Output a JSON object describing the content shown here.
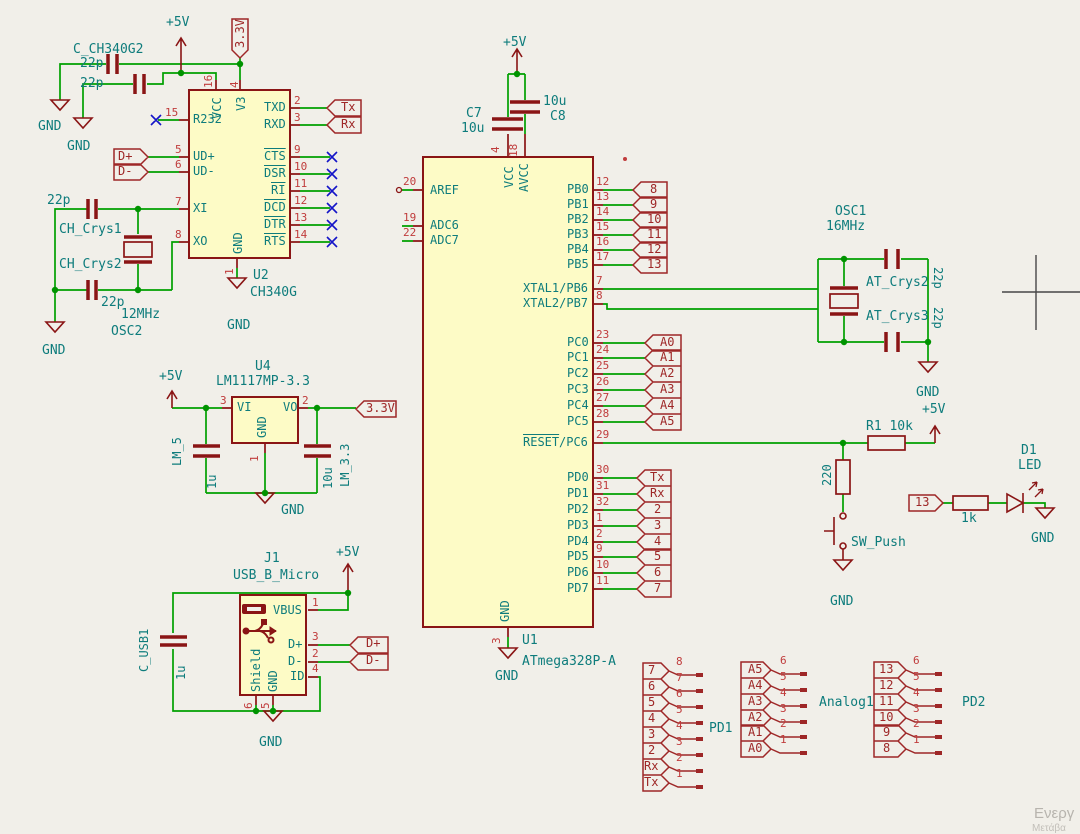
{
  "canvas": {
    "background": "#f1efe9",
    "wire_color": "#00a000",
    "symbol_color": "#8a1515",
    "pin_number_color": "#c03c3c",
    "label_color": "#0e7c7c",
    "body_fill": "#fdfbc6",
    "no_connect_color": "#1414c8"
  },
  "power": {
    "p5v": "+5V",
    "p33v": "3.3V",
    "gnd": "GND"
  },
  "u2": {
    "ref": "U2",
    "value": "CH340G",
    "cap_label": "C_CH340G2",
    "cap1": "22p",
    "cap2": "22p",
    "crys1": "CH_Crys1",
    "crys2": "CH_Crys2",
    "crys_cap1": "22p",
    "crys_cap2": "22p",
    "freq": "12MHz",
    "osc": "OSC2",
    "top": [
      {
        "num": "16",
        "name": "VCC"
      },
      {
        "num": "4",
        "name": "V3"
      }
    ],
    "left": [
      {
        "num": "15",
        "name": "R232"
      },
      {
        "num": "5",
        "name": "UD+"
      },
      {
        "num": "6",
        "name": "UD-"
      },
      {
        "num": "7",
        "name": "XI"
      },
      {
        "num": "8",
        "name": "XO"
      }
    ],
    "right": [
      {
        "num": "2",
        "name": "TXD",
        "flag": "Tx"
      },
      {
        "num": "3",
        "name": "RXD",
        "flag": "Rx"
      },
      {
        "num": "9",
        "name": "CTS"
      },
      {
        "num": "10",
        "name": "DSR"
      },
      {
        "num": "11",
        "name": "RI"
      },
      {
        "num": "12",
        "name": "DCD"
      },
      {
        "num": "13",
        "name": "DTR"
      },
      {
        "num": "14",
        "name": "RTS"
      }
    ],
    "gnd_pin": {
      "num": "1",
      "name": "GND"
    },
    "flag_dp": "D+",
    "flag_dm": "D-"
  },
  "u4": {
    "ref": "U4",
    "value": "LM1117MP-3.3",
    "vi": {
      "num": "3",
      "name": "VI"
    },
    "vo": {
      "num": "2",
      "name": "VO"
    },
    "gnd": {
      "num": "1",
      "name": "GND"
    },
    "cap_in": {
      "name": "LM_5",
      "value": "1u"
    },
    "cap_out": {
      "name": "LM_3.3",
      "value": "10u"
    }
  },
  "j1": {
    "ref": "J1",
    "value": "USB_B_Micro",
    "pins": [
      {
        "num": "1",
        "name": "VBUS"
      },
      {
        "num": "3",
        "name": "D+",
        "flag": "D+"
      },
      {
        "num": "2",
        "name": "D-",
        "flag": "D-"
      },
      {
        "num": "4",
        "name": "ID"
      },
      {
        "num": "6",
        "name": "Shield"
      },
      {
        "num": "5",
        "name": "GND"
      }
    ],
    "cap": {
      "name": "C_USB1",
      "value": "1u"
    }
  },
  "u1": {
    "ref": "U1",
    "value": "ATmega328P-A",
    "top": [
      {
        "num": "4",
        "name": "VCC"
      },
      {
        "num": "18",
        "name": "AVCC"
      }
    ],
    "c7": {
      "ref": "C7",
      "value": "10u"
    },
    "c8": {
      "ref": "C8",
      "value": "10u"
    },
    "left": [
      {
        "num": "20",
        "name": "AREF"
      },
      {
        "num": "19",
        "name": "ADC6"
      },
      {
        "num": "22",
        "name": "ADC7"
      }
    ],
    "pb": [
      {
        "num": "12",
        "name": "PB0",
        "flag": "8"
      },
      {
        "num": "13",
        "name": "PB1",
        "flag": "9"
      },
      {
        "num": "14",
        "name": "PB2",
        "flag": "10"
      },
      {
        "num": "15",
        "name": "PB3",
        "flag": "11"
      },
      {
        "num": "16",
        "name": "PB4",
        "flag": "12"
      },
      {
        "num": "17",
        "name": "PB5",
        "flag": "13"
      }
    ],
    "xtal": [
      {
        "num": "7",
        "name": "XTAL1/PB6"
      },
      {
        "num": "8",
        "name": "XTAL2/PB7"
      }
    ],
    "pc": [
      {
        "num": "23",
        "name": "PC0",
        "flag": "A0"
      },
      {
        "num": "24",
        "name": "PC1",
        "flag": "A1"
      },
      {
        "num": "25",
        "name": "PC2",
        "flag": "A2"
      },
      {
        "num": "26",
        "name": "PC3",
        "flag": "A3"
      },
      {
        "num": "27",
        "name": "PC4",
        "flag": "A4"
      },
      {
        "num": "28",
        "name": "PC5",
        "flag": "A5"
      }
    ],
    "reset": {
      "num": "29",
      "bar": "RESET",
      "rest": "/PC6"
    },
    "pd": [
      {
        "num": "30",
        "name": "PD0",
        "flag": "Tx"
      },
      {
        "num": "31",
        "name": "PD1",
        "flag": "Rx"
      },
      {
        "num": "32",
        "name": "PD2",
        "flag": "2"
      },
      {
        "num": "1",
        "name": "PD3",
        "flag": "3"
      },
      {
        "num": "2",
        "name": "PD4",
        "flag": "4"
      },
      {
        "num": "9",
        "name": "PD5",
        "flag": "5"
      },
      {
        "num": "10",
        "name": "PD6",
        "flag": "6"
      },
      {
        "num": "11",
        "name": "PD7",
        "flag": "7"
      }
    ],
    "gnd_pin": {
      "num": "3",
      "name": "GND"
    }
  },
  "osc1": {
    "ref": "OSC1",
    "freq": "16MHz",
    "cap1": {
      "name": "AT_Crys2",
      "value": "22p"
    },
    "cap2": {
      "name": "AT_Crys3",
      "value": "22p"
    }
  },
  "reset_net": {
    "r1": "R1 10k",
    "r2": "220",
    "sw": "SW_Push"
  },
  "led_net": {
    "flag": "13",
    "r": "1k",
    "ref": "D1",
    "value": "LED"
  },
  "connectors": {
    "pd1": {
      "title": "PD1",
      "rows": [
        {
          "flag": "7",
          "pin": "8"
        },
        {
          "flag": "6",
          "pin": "7"
        },
        {
          "flag": "5",
          "pin": "6"
        },
        {
          "flag": "4",
          "pin": "5"
        },
        {
          "flag": "3",
          "pin": "4"
        },
        {
          "flag": "2",
          "pin": "3"
        },
        {
          "flag": "Rx",
          "pin": "2"
        },
        {
          "flag": "Tx",
          "pin": "1"
        }
      ]
    },
    "analog1": {
      "title": "Analog1",
      "rows": [
        {
          "flag": "A5",
          "pin": "6"
        },
        {
          "flag": "A4",
          "pin": "5"
        },
        {
          "flag": "A3",
          "pin": "4"
        },
        {
          "flag": "A2",
          "pin": "3"
        },
        {
          "flag": "A1",
          "pin": "2"
        },
        {
          "flag": "A0",
          "pin": "1"
        }
      ]
    },
    "pd2": {
      "title": "PD2",
      "rows": [
        {
          "flag": "13",
          "pin": "6"
        },
        {
          "flag": "12",
          "pin": "5"
        },
        {
          "flag": "11",
          "pin": "4"
        },
        {
          "flag": "10",
          "pin": "3"
        },
        {
          "flag": "9",
          "pin": "2"
        },
        {
          "flag": "8",
          "pin": "1"
        }
      ]
    }
  },
  "watermark": {
    "line1": "Ενεργ",
    "line2": "Μετάβα"
  }
}
